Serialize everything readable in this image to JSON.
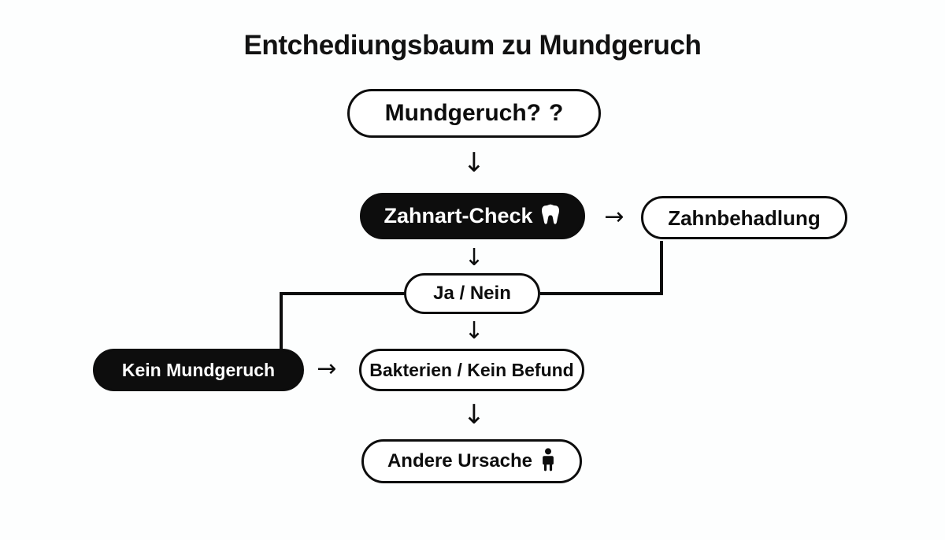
{
  "page": {
    "title": "Entchediungsbaum zu Mundgeruch",
    "background_color": "#fdfefe",
    "ink_color": "#0d0d0d"
  },
  "diagram": {
    "type": "decision-tree",
    "nodes": [
      {
        "id": "root",
        "label": "Mundgeruch?",
        "icon": "?",
        "icon_name": "question-mark-icon",
        "style": "outline"
      },
      {
        "id": "dentist",
        "label": "Zahnart-Check",
        "icon": "🦷",
        "icon_name": "tooth-icon",
        "style": "filled"
      },
      {
        "id": "treatment",
        "label": "Zahnbehadlung",
        "icon": "",
        "icon_name": "",
        "style": "outline"
      },
      {
        "id": "yesno",
        "label": "Ja / Nein",
        "icon": "",
        "icon_name": "",
        "style": "outline"
      },
      {
        "id": "nobreath",
        "label": "Kein Mundgeruch",
        "icon": "",
        "icon_name": "",
        "style": "filled"
      },
      {
        "id": "bacteria",
        "label": "Bakterien / Kein Befund",
        "icon": "",
        "icon_name": "",
        "style": "outline"
      },
      {
        "id": "othercause",
        "label": "Andere Ursache",
        "icon": "🧍",
        "icon_name": "standing-person-icon",
        "style": "outline"
      }
    ],
    "arrows": {
      "down": "↓",
      "right": "→"
    },
    "edges": [
      {
        "from": "root",
        "to": "dentist",
        "marker": "down"
      },
      {
        "from": "dentist",
        "to": "treatment",
        "marker": "right"
      },
      {
        "from": "dentist",
        "to": "yesno",
        "marker": "down"
      },
      {
        "from": "treatment",
        "to": "yesno",
        "marker": "elbow"
      },
      {
        "from": "yesno",
        "to": "nobreath",
        "marker": "elbow"
      },
      {
        "from": "yesno",
        "to": "bacteria",
        "marker": "down"
      },
      {
        "from": "nobreath",
        "to": "bacteria",
        "marker": "right"
      },
      {
        "from": "bacteria",
        "to": "othercause",
        "marker": "down"
      }
    ]
  }
}
